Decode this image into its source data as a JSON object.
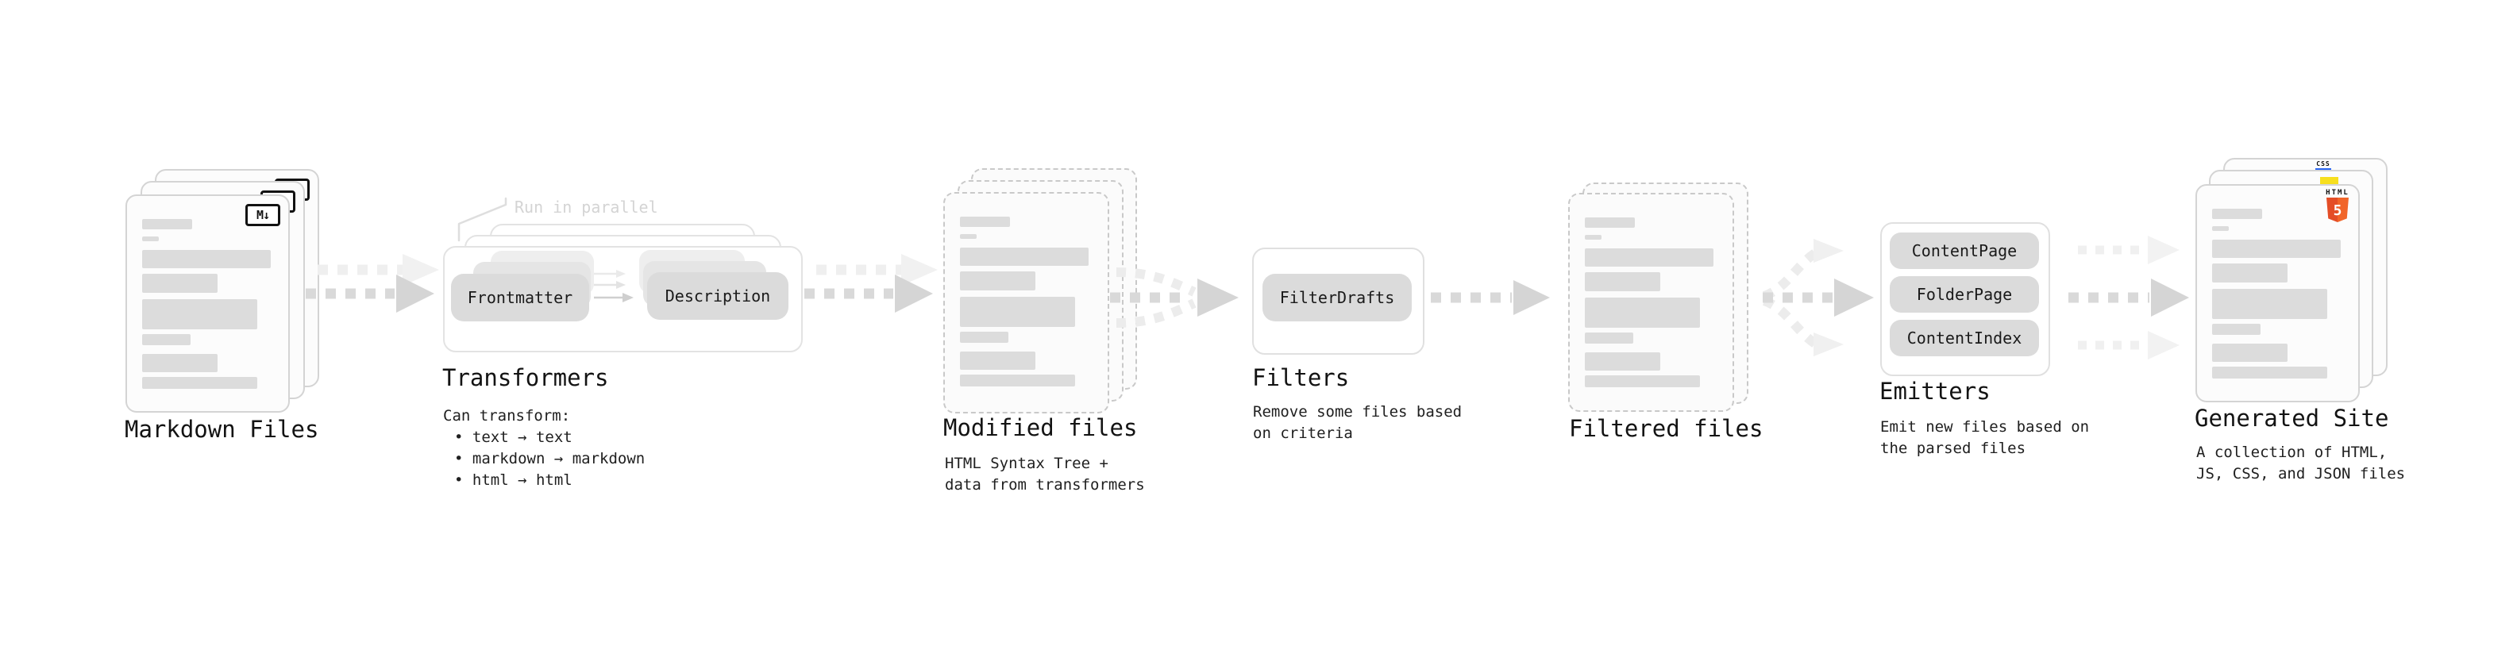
{
  "stages": {
    "markdown_files": {
      "label": "Markdown Files",
      "badge": "M↓"
    },
    "transformers": {
      "label": "Transformers",
      "annotation": "Run in parallel",
      "pill_left": "Frontmatter",
      "pill_right": "Description",
      "intro": "Can transform:",
      "bullets": [
        "• text → text",
        "• markdown → markdown",
        "• html → html"
      ]
    },
    "modified_files": {
      "label": "Modified files",
      "desc_line1": "HTML Syntax Tree +",
      "desc_line2": "data from transformers"
    },
    "filters": {
      "label": "Filters",
      "pill": "FilterDrafts",
      "desc_line1": "Remove some files based",
      "desc_line2": "on criteria"
    },
    "filtered_files": {
      "label": "Filtered files"
    },
    "emitters": {
      "label": "Emitters",
      "pills": [
        "ContentPage",
        "FolderPage",
        "ContentIndex"
      ],
      "desc_line1": "Emit new files based on",
      "desc_line2": "the parsed files"
    },
    "generated_site": {
      "label": "Generated Site",
      "desc_line1": "A collection of HTML,",
      "desc_line2": "JS, CSS, and JSON files",
      "badge_html_text": "HTML",
      "badge_html_number": "5",
      "badge_css_text": "CSS"
    }
  },
  "colors": {
    "html5_orange_dark": "#e44d26",
    "html5_orange_light": "#f16529",
    "js_yellow": "#f7df1e",
    "css_blue": "#2965f1",
    "card_border": "#d4d4d4",
    "dashed_border": "#c9c9c9",
    "content_bar": "#dcdcdc",
    "arrow_dark": "#d9d9d9",
    "arrow_light": "#efefef",
    "text_dark": "#161616",
    "annotation_gray": "#d4d4d4"
  }
}
